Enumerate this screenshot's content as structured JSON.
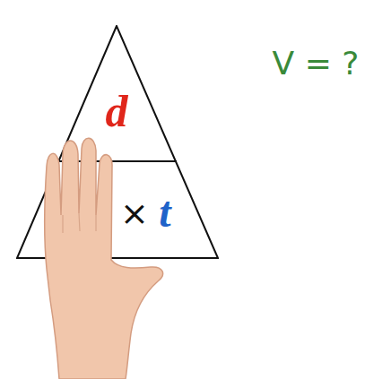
{
  "diagram": {
    "nodes": [
      {
        "text": [
          "d",
          "×",
          "t"
        ]
      }
    ],
    "labels": [
      "V = ?"
    ]
  }
}
